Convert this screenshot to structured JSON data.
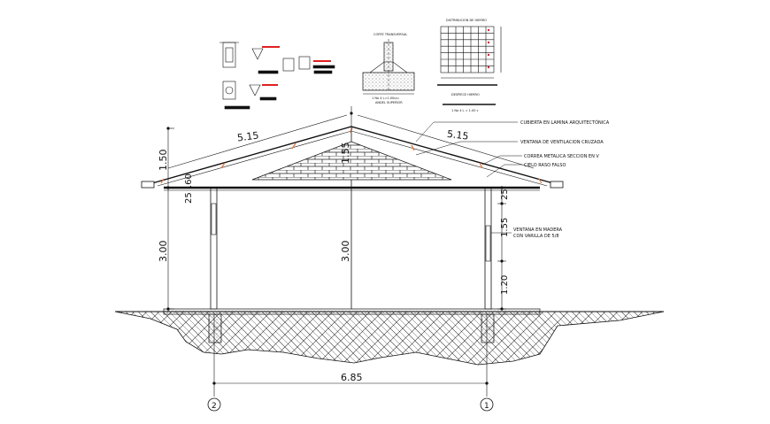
{
  "dimensions": {
    "roof_left": "5.15",
    "roof_right": "5.15",
    "eave_height": "1.50",
    "ridge_height": "1.55",
    "overhang_left": "25",
    "overhang_left_mid": ".60",
    "right_top": "25",
    "right_window": "1.55",
    "right_sill": "1.20",
    "wall_left": "3.00",
    "wall_center": "3.00",
    "span": "6.85"
  },
  "axes": {
    "left": "2",
    "right": "1"
  },
  "callouts": {
    "roof_cover": "CUBIERTA EN LAMINA ARQUITECTÓNICA",
    "vent_window": "VENTANA DE VENTILACION CRUZADA",
    "purlin": "CORREA METALICA SECCION EN V",
    "ceiling": "CIELO RASO FALSO",
    "wood_window_1": "VENTANA EN MADERA",
    "wood_window_2": "CON VARILLA DE 5/8"
  },
  "details": {
    "section_title": "CORTE TRANSVERSAL",
    "grid_title": "DISTRIBUCION DE HIERRO",
    "grid_subtitle": "DESPIECE HIERRO",
    "grid_note": "1 No 4 L = 1.00 c",
    "footing_note_1": "1 No 4 L=1.00c/u",
    "footing_note_2": "ANDEL SUPERIOR"
  },
  "colors": {
    "line": "#111111",
    "accent": "#e8753a",
    "red": "#e02020",
    "hatch": "#333333"
  }
}
